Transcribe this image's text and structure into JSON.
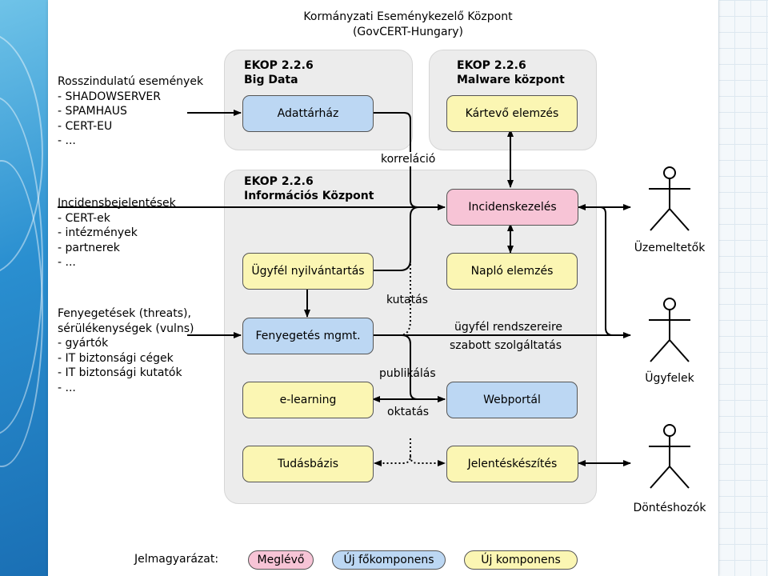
{
  "title": {
    "line1": "Kormányzati Eseménykezelő Központ",
    "line2": "(GovCERT-Hungary)"
  },
  "panels": {
    "bigdata": {
      "line1": "EKOP 2.2.6",
      "line2": "Big Data"
    },
    "malware": {
      "line1": "EKOP 2.2.6",
      "line2": "Malware központ"
    },
    "info": {
      "line1": "EKOP 2.2.6",
      "line2": "Információs Központ"
    }
  },
  "boxes": {
    "adattarhaz": "Adattárház",
    "kartevo": "Kártevő elemzés",
    "incidens": "Incidenskezelés",
    "ugyfel_nyilv": "Ügyfél nyilvántartás",
    "naplo": "Napló elemzés",
    "fenyegetes": "Fenyegetés mgmt.",
    "elearning": "e-learning",
    "webportal": "Webportál",
    "tudasbazis": "Tudásbázis",
    "jelentes": "Jelentéskészítés"
  },
  "inputs": {
    "rossz": [
      "Rosszindulatú események",
      "- SHADOWSERVER",
      "- SPAMHAUS",
      "- CERT-EU",
      "- ..."
    ],
    "incidens": [
      "Incidensbejelentések",
      "- CERT-ek",
      "- intézmények",
      "- partnerek",
      "- ..."
    ],
    "fenyeg": [
      "Fenyegetések (threats),",
      "sérülékenységek (vulns)",
      "- gyártók",
      "- IT biztonsági cégek",
      "- IT biztonsági kutatók",
      "- ..."
    ]
  },
  "edge_labels": {
    "korrelacio": "korreláció",
    "kutatas": "kutatás",
    "publikalas": "publikálás",
    "oktatas": "oktatás",
    "ugyfel_rendszer1": "ügyfél rendszereire",
    "ugyfel_rendszer2": "szabott szolgáltatás"
  },
  "actors": {
    "uzem": "Üzemeltetők",
    "ugyfelek": "Ügyfelek",
    "dontes": "Döntéshozók"
  },
  "legend": {
    "label": "Jelmagyarázat:",
    "existing": "Meglévő",
    "new_main": "Új főkomponens",
    "new_comp": "Új komponens"
  },
  "colors": {
    "existing": "#f7c4d6",
    "new_main": "#bcd7f3",
    "new_comp": "#fbf6b3",
    "panel": "#ececec"
  }
}
